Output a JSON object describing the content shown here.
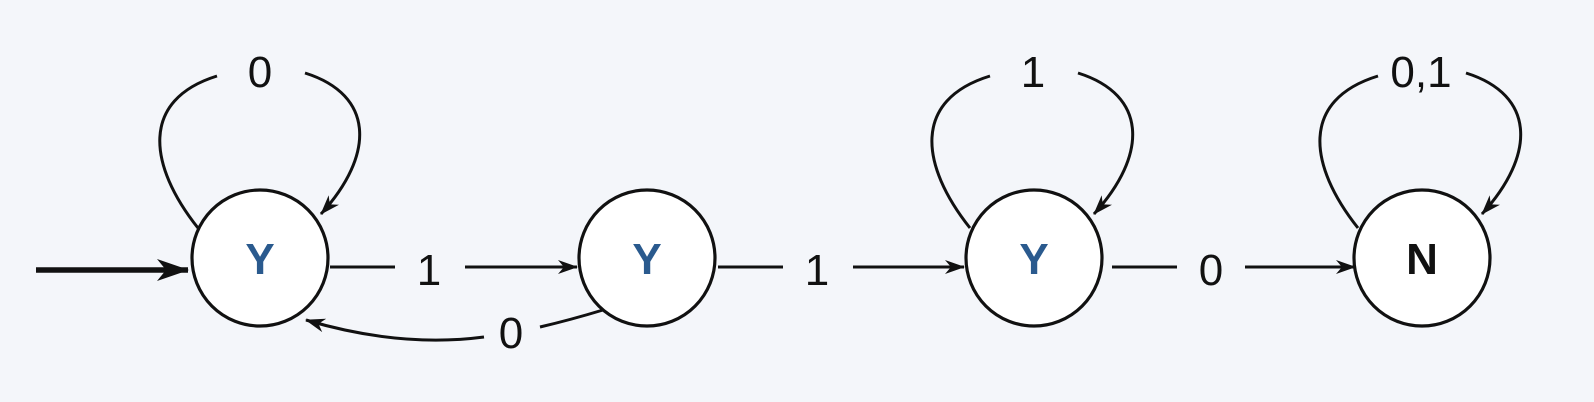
{
  "diagram": {
    "states": [
      {
        "id": "q0",
        "label": "Y",
        "color": "#2a5a8e",
        "start": true
      },
      {
        "id": "q1",
        "label": "Y",
        "color": "#2a5a8e"
      },
      {
        "id": "q2",
        "label": "Y",
        "color": "#2a5a8e"
      },
      {
        "id": "q3",
        "label": "N",
        "color": "#111111"
      }
    ],
    "transitions": [
      {
        "from": "q0",
        "to": "q0",
        "label": "0"
      },
      {
        "from": "q0",
        "to": "q1",
        "label": "1"
      },
      {
        "from": "q1",
        "to": "q0",
        "label": "0"
      },
      {
        "from": "q1",
        "to": "q2",
        "label": "1"
      },
      {
        "from": "q2",
        "to": "q2",
        "label": "1"
      },
      {
        "from": "q2",
        "to": "q3",
        "label": "0"
      },
      {
        "from": "q3",
        "to": "q3",
        "label": "0,1"
      }
    ]
  }
}
